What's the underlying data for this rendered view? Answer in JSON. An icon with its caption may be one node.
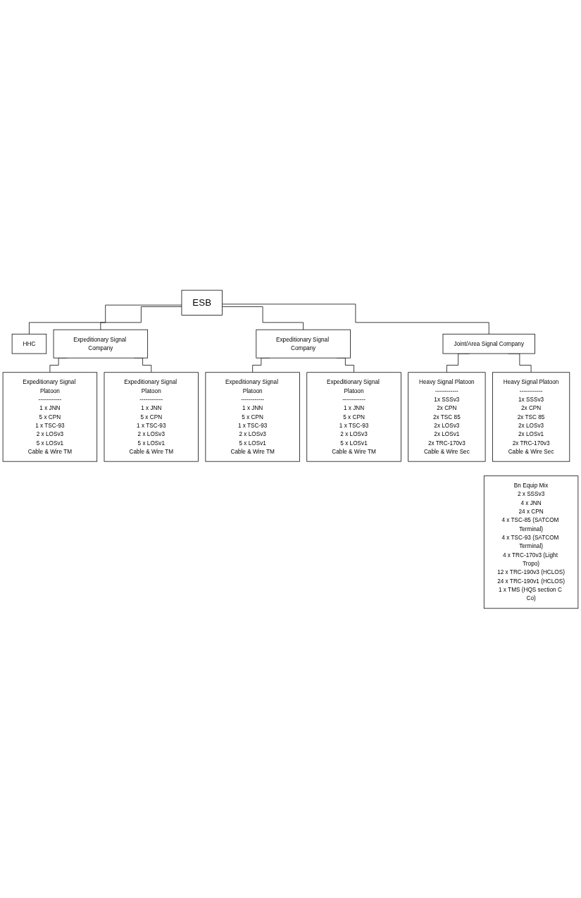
{
  "diagram": {
    "nodes": [
      {
        "text": [
          "ESB"
        ]
      },
      {
        "text": [
          "HHC"
        ]
      },
      {
        "text": [
          "Expeditionary Signal Company"
        ]
      },
      {
        "text": [
          "Expeditionary Signal Platoon",
          "------------",
          "1 x JNN",
          "5 x CPN",
          "1 x TSC-93",
          "2 x LOSv3",
          "5 x LOSv1",
          "Cable & Wire TM"
        ]
      },
      {
        "text": [
          "Expeditionary Signal Platoon",
          "------------",
          "1 x JNN",
          "5 x CPN",
          "1 x TSC-93",
          "2 x LOSv3",
          "5 x LOSv1",
          "Cable & Wire TM"
        ]
      },
      {
        "text": [
          "Expeditionary Signal Company"
        ]
      },
      {
        "text": [
          "Expeditionary Signal Platoon",
          "------------",
          "1 x JNN",
          "5 x CPN",
          "1 x TSC-93",
          "2 x LOSv3",
          "5 x LOSv1",
          "Cable & Wire TM"
        ]
      },
      {
        "text": [
          "Expeditionary Signal Platoon",
          "------------",
          "1 x JNN",
          "5 x CPN",
          "1 x TSC-93",
          "2 x LOSv3",
          "5 x LOSv1",
          "Cable & Wire TM"
        ]
      },
      {
        "text": [
          "Joint/Area Signal Company"
        ]
      },
      {
        "text": [
          "Heavy Signal Platoon",
          "------------",
          "1x SSSv3",
          "2x CPN",
          "2x TSC 85",
          "2x LOSv3",
          "2x LOSv1",
          "2x TRC-170v3",
          "Cable & Wire Sec"
        ]
      },
      {
        "text": [
          "Heavy Signal Platoon",
          "------------",
          "1x SSSv3",
          "2x CPN",
          "2x TSC 85",
          "2x LOSv3",
          "2x LOSv1",
          "2x TRC-170v3",
          "Cable & Wire Sec"
        ]
      },
      {
        "text": [
          "Bn Equip Mix",
          "2 x SSSv3",
          "4 x JNN",
          "24 x CPN",
          "4 x TSC-85 (SATCOM Terminal)",
          "4 x TSC-93 (SATCOM Terminal)",
          "4 x TRC-170v3 (Light Tropo)",
          "12 x TRC-190v3 (HCLOS)",
          "24 x TRC-190v1 (HCLOS)",
          "1 x TMS (HQS section C Co)"
        ]
      }
    ],
    "edges": [
      {
        "from": 0,
        "to": 1,
        "arrow": "none"
      },
      {
        "from": 0,
        "to": 2,
        "arrow": "none"
      },
      {
        "from": 0,
        "to": 5,
        "arrow": "none"
      },
      {
        "from": 0,
        "to": 8,
        "arrow": "none"
      },
      {
        "from": 2,
        "to": 3,
        "arrow": "none"
      },
      {
        "from": 2,
        "to": 4,
        "arrow": "none"
      },
      {
        "from": 5,
        "to": 6,
        "arrow": "none"
      },
      {
        "from": 5,
        "to": 7,
        "arrow": "none"
      },
      {
        "from": 8,
        "to": 9,
        "arrow": "none"
      },
      {
        "from": 8,
        "to": 10,
        "arrow": "none"
      }
    ]
  }
}
